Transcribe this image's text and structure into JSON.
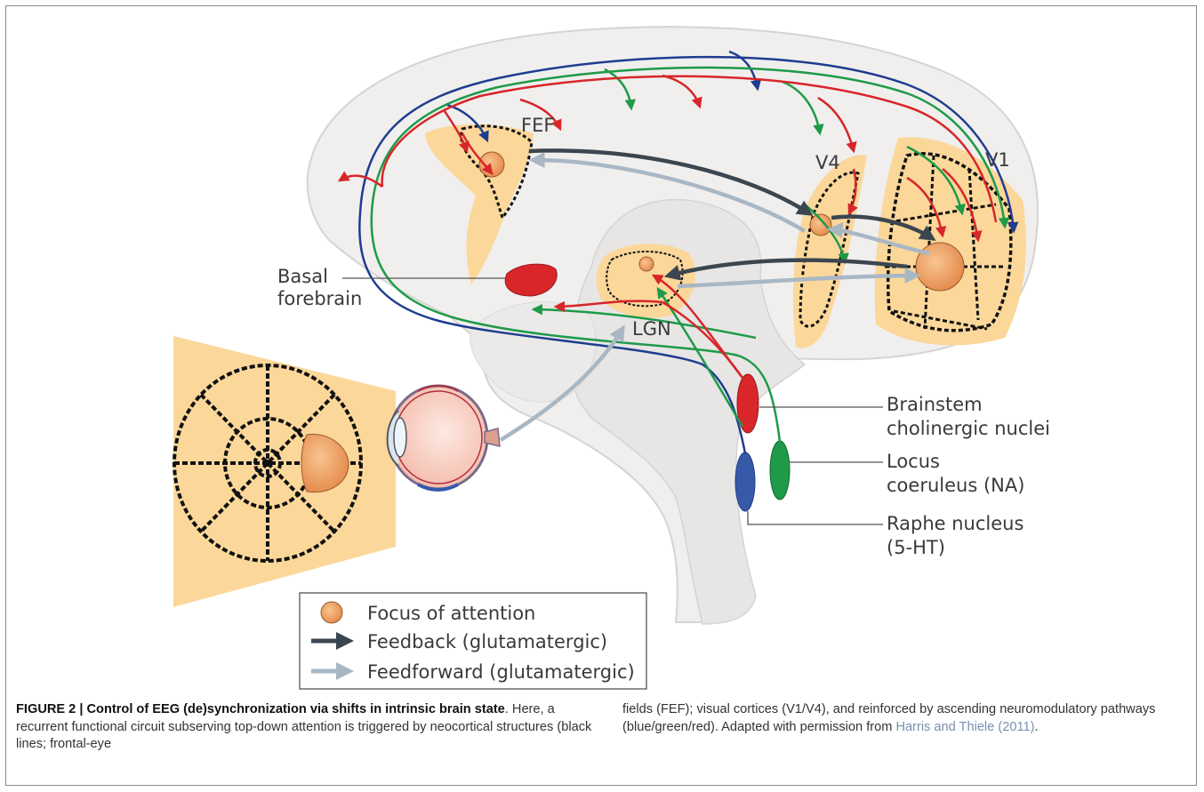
{
  "labels": {
    "fef": "FEF",
    "v4": "V4",
    "v1": "V1",
    "lgn": "LGN",
    "basal_1": "Basal",
    "basal_2": "forebrain",
    "brainstem_1": "Brainstem",
    "brainstem_2": "cholinergic nuclei",
    "locus_1": "Locus",
    "locus_2": "coeruleus (NA)",
    "raphe_1": "Raphe nucleus",
    "raphe_2": "(5-HT)"
  },
  "legend": {
    "focus": "Focus of attention",
    "feedback": "Feedback (glutamatergic)",
    "feedforward": "Feedforward (glutamatergic)"
  },
  "caption": {
    "bold": "FIGURE 2 | Control of EEG (de)synchronization via shifts in intrinsic brain state",
    "text_left": ". Here, a recurrent functional circuit subserving top-down attention is triggered by neocortical structures (black lines; frontal-eye",
    "text_right": "fields (FEF); visual cortices (V1/V4), and reinforced by ascending neuromodulatory pathways (blue/green/red). Adapted with permission from ",
    "citation": "Harris and Thiele (2011)",
    "end": "."
  },
  "colors": {
    "cortex_fill": "#f0efee",
    "cortex_stroke": "#cfcfcf",
    "area_fill": "#fbd79a",
    "focus_fill": "#f0a35a",
    "red": "#d8262a",
    "green": "#1f9a48",
    "blue": "#1f3d8f",
    "feedback": "#3b4650",
    "feedforward": "#a9b7c4"
  }
}
